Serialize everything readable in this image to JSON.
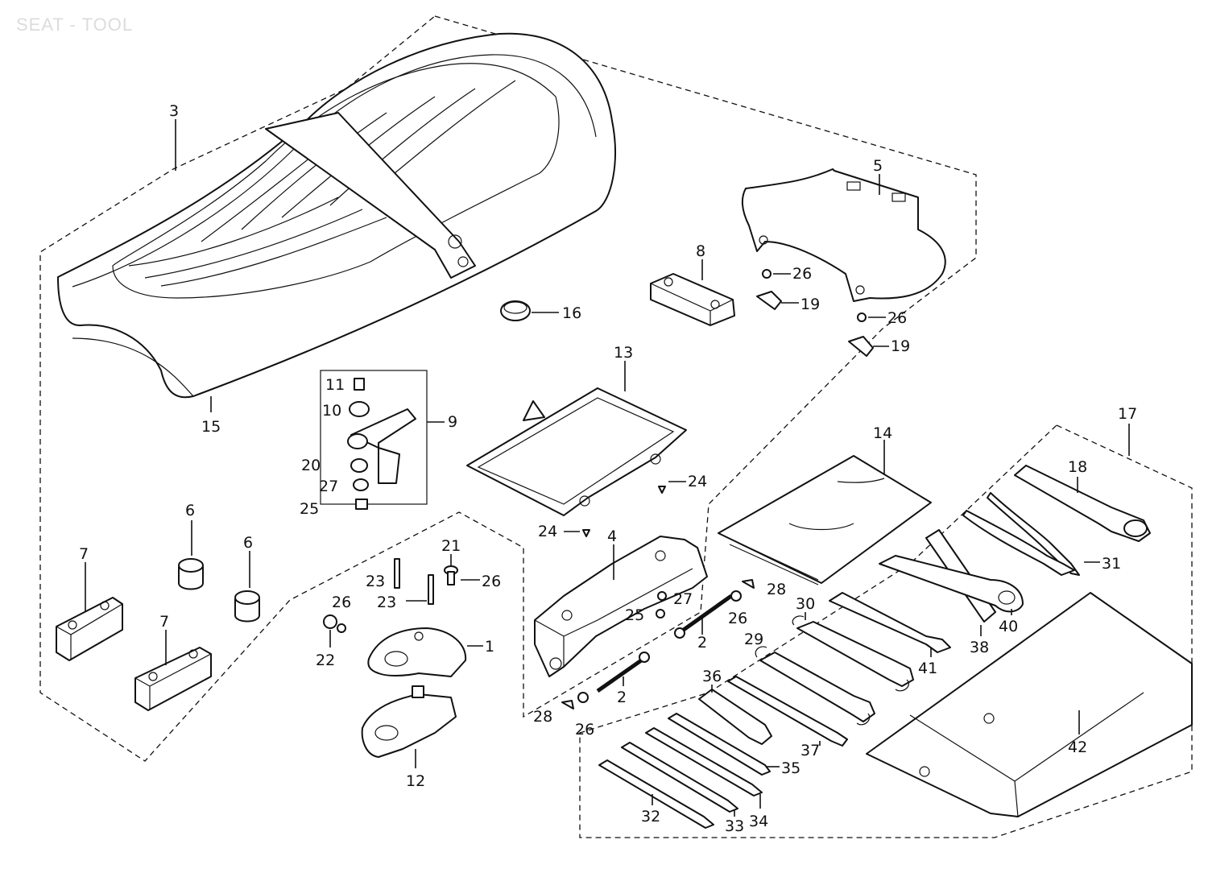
{
  "title": "SEAT - TOOL",
  "labels": {
    "p1": "1",
    "p2a": "2",
    "p2b": "2",
    "p3": "3",
    "p4": "4",
    "p5": "5",
    "p6a": "6",
    "p6b": "6",
    "p7a": "7",
    "p7b": "7",
    "p8": "8",
    "p9": "9",
    "p10": "10",
    "p11": "11",
    "p12": "12",
    "p13": "13",
    "p14": "14",
    "p15": "15",
    "p16": "16",
    "p17": "17",
    "p18": "18",
    "p19a": "19",
    "p19b": "19",
    "p20": "20",
    "p21": "21",
    "p22": "22",
    "p23a": "23",
    "p23b": "23",
    "p24a": "24",
    "p24b": "24",
    "p25a": "25",
    "p25b": "25",
    "p26a": "26",
    "p26b": "26",
    "p26c": "26",
    "p26d": "26",
    "p26e": "26",
    "p26f": "26",
    "p27a": "27",
    "p27b": "27",
    "p28a": "28",
    "p28b": "28",
    "p29": "29",
    "p30": "30",
    "p31": "31",
    "p32": "32",
    "p33": "33",
    "p34": "34",
    "p35": "35",
    "p36": "36",
    "p37": "37",
    "p38": "38",
    "p40": "40",
    "p41": "41",
    "p42": "42"
  }
}
